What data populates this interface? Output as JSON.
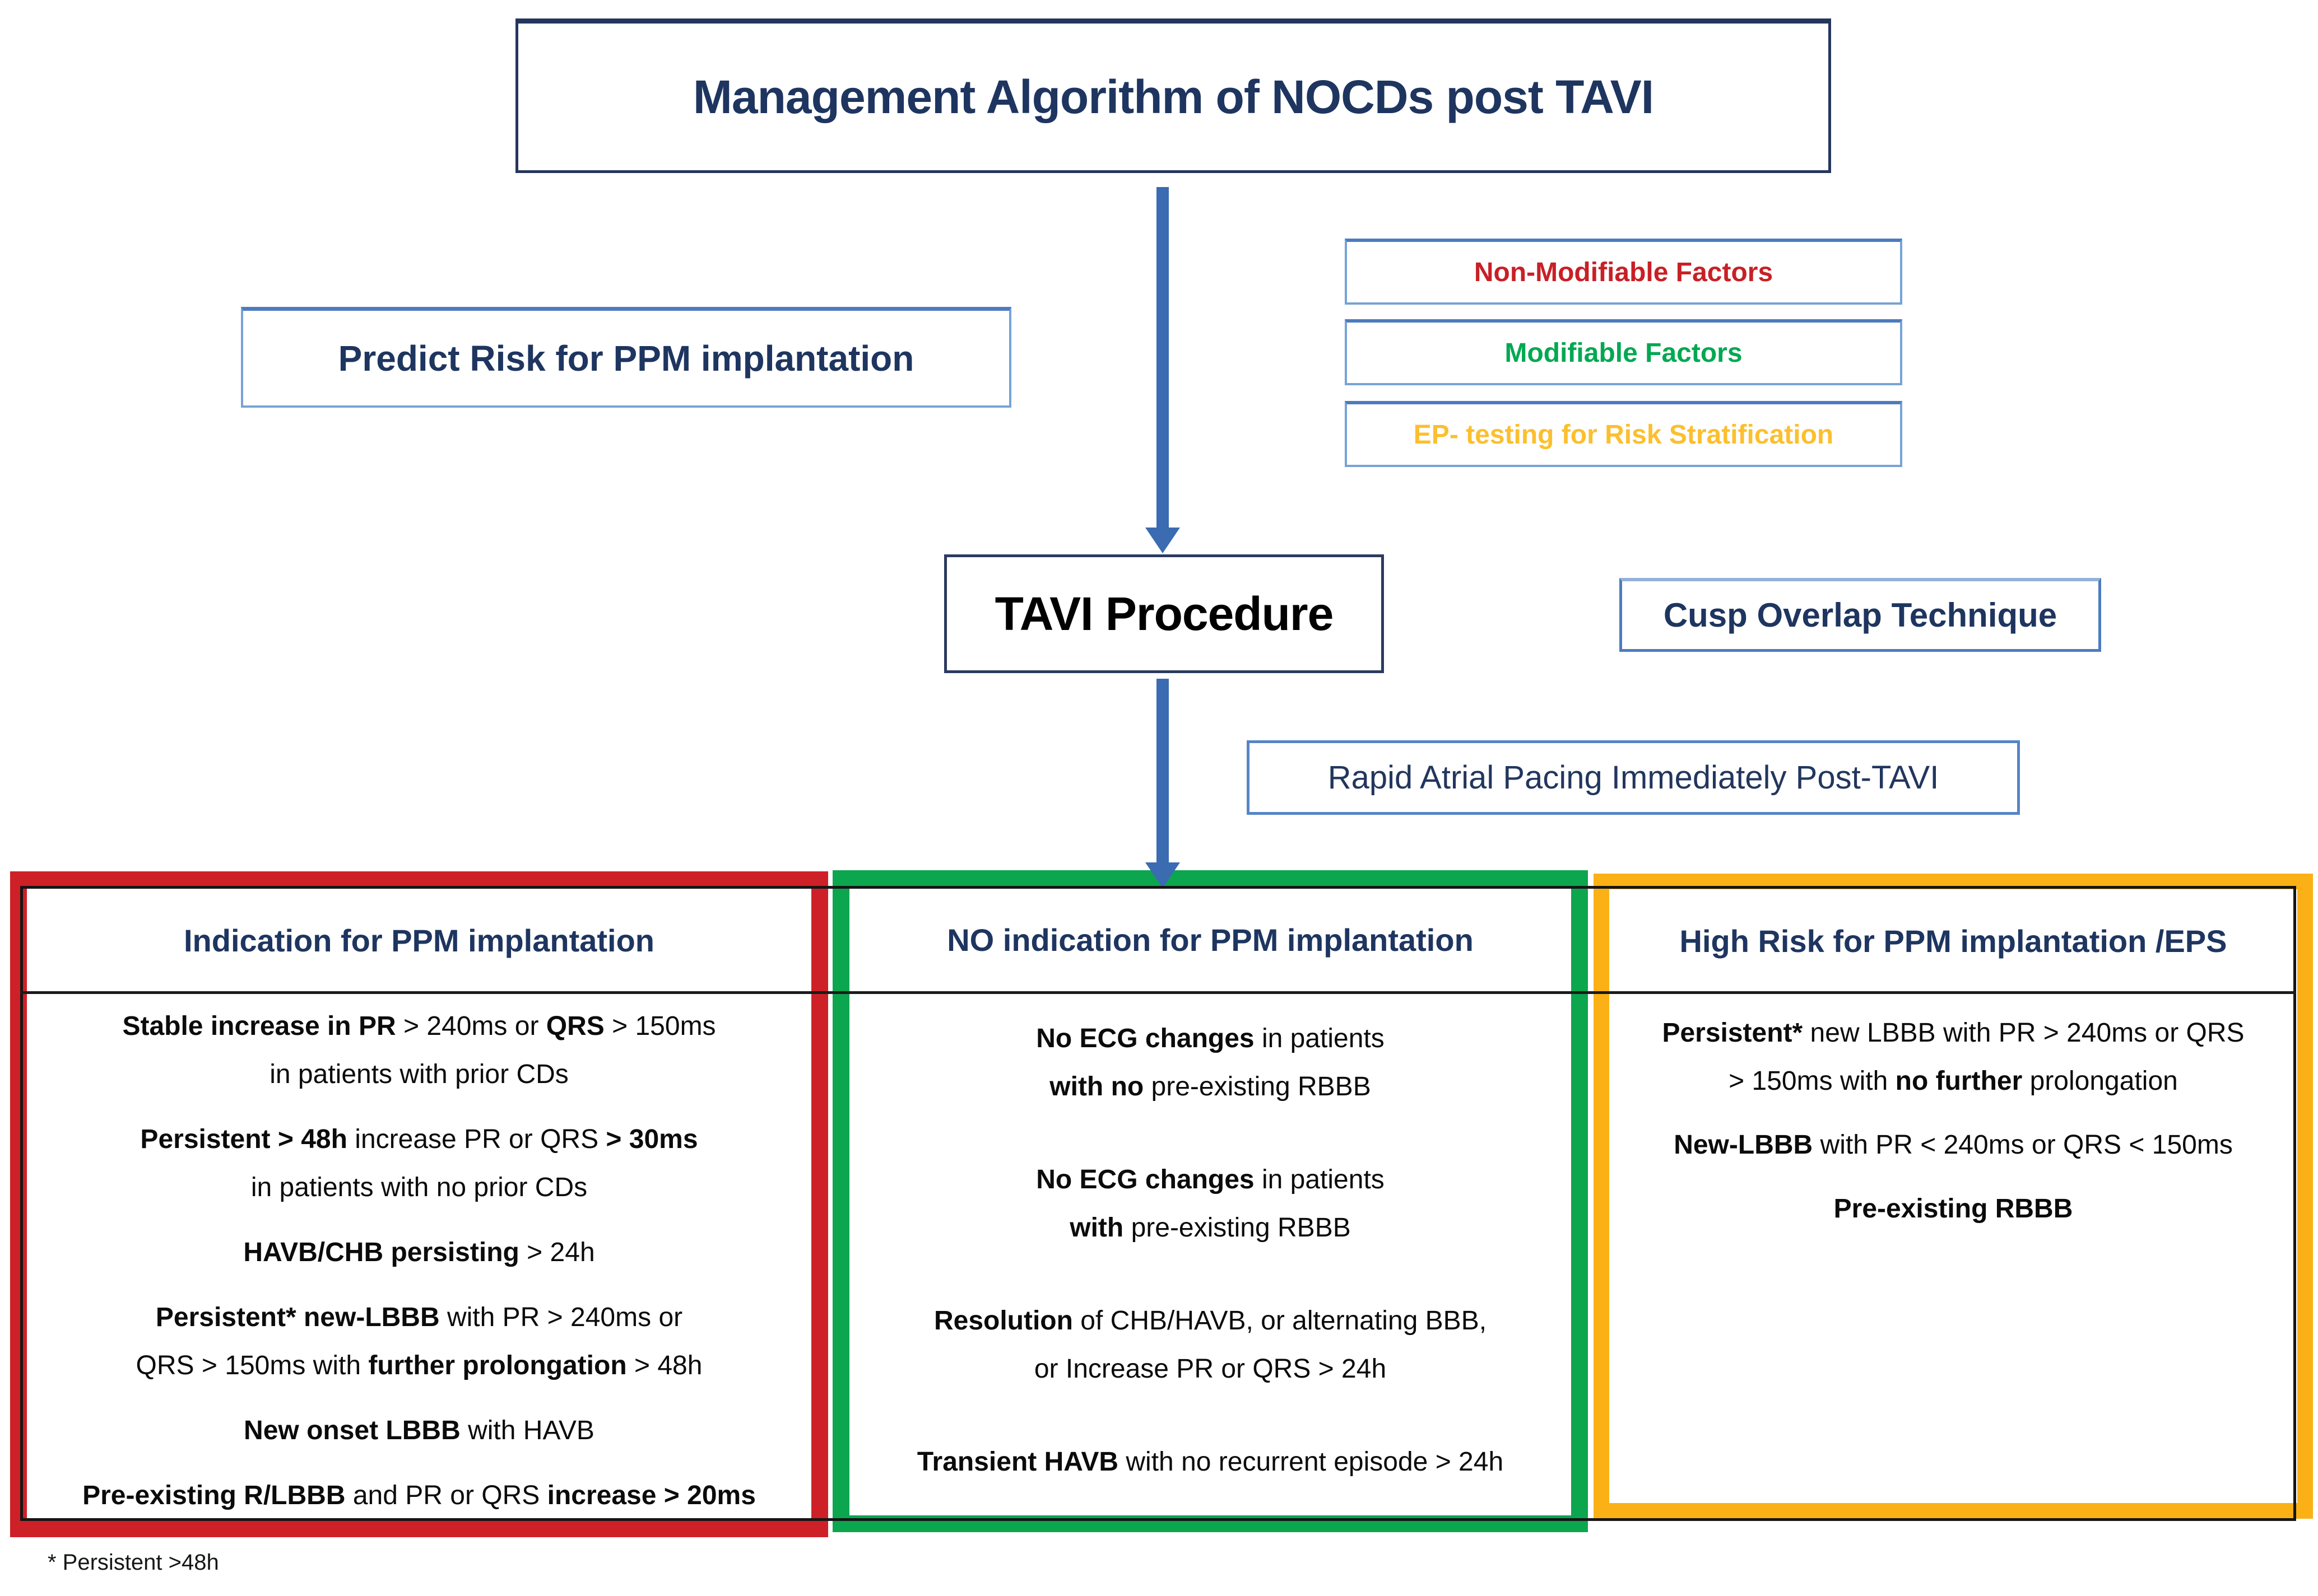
{
  "title": "Management Algorithm of NOCDs post TAVI",
  "predict_label": "Predict Risk for PPM implantation",
  "factors": [
    {
      "label": "Non-Modifiable Factors",
      "color": "#C82026"
    },
    {
      "label": "Modifiable Factors",
      "color": "#00A852"
    },
    {
      "label": "EP- testing for Risk Stratification",
      "color": "#FCBF2D"
    }
  ],
  "tavi_label": "TAVI Procedure",
  "cusp_label": "Cusp Overlap Technique",
  "rapid_label": "Rapid Atrial Pacing Immediately Post-TAVI",
  "columns": [
    {
      "id": "indication",
      "header": "Indication for PPM implantation",
      "accent": "#CE2127",
      "items": [
        [
          [
            {
              "b": 1,
              "t": "Stable increase in PR"
            },
            {
              "b": 0,
              "t": " > 240ms or "
            },
            {
              "b": 1,
              "t": "QRS"
            },
            {
              "b": 0,
              "t": " > 150ms"
            }
          ],
          [
            {
              "b": 0,
              "t": "in patients with prior CDs"
            }
          ]
        ],
        [
          [
            {
              "b": 1,
              "t": "Persistent > 48h"
            },
            {
              "b": 0,
              "t": " increase PR or QRS "
            },
            {
              "b": 1,
              "t": "> 30ms"
            }
          ],
          [
            {
              "b": 0,
              "t": "in patients with no prior CDs"
            }
          ]
        ],
        [
          [
            {
              "b": 1,
              "t": "HAVB/CHB persisting"
            },
            {
              "b": 0,
              "t": " > 24h"
            }
          ]
        ],
        [
          [
            {
              "b": 1,
              "t": "Persistent* new-LBBB"
            },
            {
              "b": 0,
              "t": " with PR > 240ms or"
            }
          ],
          [
            {
              "b": 0,
              "t": "QRS > 150ms with "
            },
            {
              "b": 1,
              "t": "further prolongation"
            },
            {
              "b": 0,
              "t": " > 48h"
            }
          ]
        ],
        [
          [
            {
              "b": 1,
              "t": "New onset LBBB"
            },
            {
              "b": 0,
              "t": " with HAVB"
            }
          ]
        ],
        [
          [
            {
              "b": 1,
              "t": "Pre-existing R/LBBB"
            },
            {
              "b": 0,
              "t": " and PR or QRS "
            },
            {
              "b": 1,
              "t": "increase > 20ms"
            }
          ]
        ]
      ]
    },
    {
      "id": "no-indication",
      "header": "NO indication for PPM implantation",
      "accent": "#0CA64F",
      "items": [
        [
          [
            {
              "b": 1,
              "t": "No ECG changes"
            },
            {
              "b": 0,
              "t": " in patients"
            }
          ],
          [
            {
              "b": 1,
              "t": "with no"
            },
            {
              "b": 0,
              "t": " pre-existing RBBB"
            }
          ]
        ],
        [
          [
            {
              "b": 1,
              "t": "No ECG changes"
            },
            {
              "b": 0,
              "t": " in patients"
            }
          ],
          [
            {
              "b": 1,
              "t": "with"
            },
            {
              "b": 0,
              "t": " pre-existing RBBB"
            }
          ]
        ],
        [
          [
            {
              "b": 1,
              "t": "Resolution"
            },
            {
              "b": 0,
              "t": " of CHB/HAVB, or alternating BBB,"
            }
          ],
          [
            {
              "b": 0,
              "t": "or Increase PR or QRS > 24h"
            }
          ]
        ],
        [
          [
            {
              "b": 1,
              "t": "Transient HAVB"
            },
            {
              "b": 0,
              "t": " with no recurrent episode > 24h"
            }
          ]
        ]
      ]
    },
    {
      "id": "high-risk",
      "header": "High Risk for PPM implantation /EPS",
      "accent": "#FBB116",
      "items": [
        [
          [
            {
              "b": 1,
              "t": "Persistent*"
            },
            {
              "b": 0,
              "t": " new LBBB with PR > 240ms or QRS"
            }
          ],
          [
            {
              "b": 0,
              "t": "> 150ms with "
            },
            {
              "b": 1,
              "t": "no further"
            },
            {
              "b": 0,
              "t": " prolongation"
            }
          ]
        ],
        [
          [
            {
              "b": 1,
              "t": "New-LBBB"
            },
            {
              "b": 0,
              "t": " with PR < 240ms or QRS < 150ms"
            }
          ]
        ],
        [
          [
            {
              "b": 1,
              "t": "Pre-existing RBBB"
            }
          ]
        ]
      ]
    }
  ],
  "footnote": "* Persistent >48h",
  "colors": {
    "navy": "#1E3560",
    "arrow_blue": "#3B6BB0",
    "frame_black": "#151515",
    "red_accent": "#CE2127",
    "green_accent": "#0CA64F",
    "amber_accent": "#FBB116",
    "box_blue": "#4D7BBE",
    "light_blue": "#76A3D6"
  }
}
